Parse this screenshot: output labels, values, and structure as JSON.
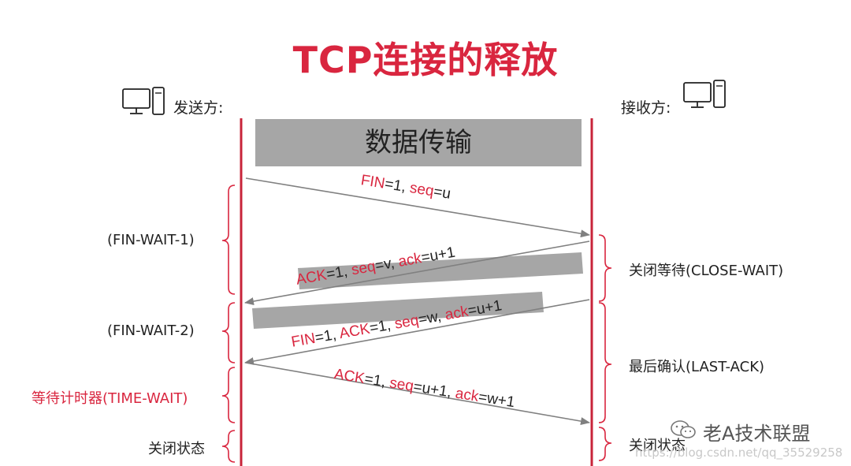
{
  "title": "TCP连接的释放",
  "sender": {
    "label": "发送方:"
  },
  "receiver": {
    "label": "接收方:"
  },
  "data_transfer": {
    "label": "数据传输"
  },
  "messages": {
    "fin1": {
      "fin_key": "FIN",
      "fin_val": "=1, ",
      "seq_key": "seq",
      "seq_val": "=u"
    },
    "ack1": {
      "ack_key": "ACK",
      "ack_val": "=1, ",
      "seq_key": "seq",
      "seq_val": "=v, ",
      "ackno_key": "ack",
      "ackno_val": "=u+1"
    },
    "fin2": {
      "fin_key": "FIN",
      "fin_val": "=1, ",
      "ack_key": "ACK",
      "ack_val": "=1, ",
      "seq_key": "seq",
      "seq_val": "=w, ",
      "ackno_key": "ack",
      "ackno_val": "=u+1"
    },
    "ack2": {
      "ack_key": "ACK",
      "ack_val": "=1, ",
      "seq_key": "seq",
      "seq_val": "=u+1, ",
      "ackno_key": "ack",
      "ackno_val": "=w+1"
    }
  },
  "sender_states": [
    "(FIN-WAIT-1)",
    "(FIN-WAIT-2)",
    "等待计时器(TIME-WAIT)",
    "关闭状态"
  ],
  "receiver_states": [
    "关闭等待(CLOSE-WAIT)",
    "最后确认(LAST-ACK)",
    "关闭状态"
  ],
  "watermark": {
    "brand": "老A技术联盟",
    "url": "https://blog.csdn.net/qq_35529258"
  },
  "colors": {
    "accent": "#d9263f",
    "timeline": "#c8243a",
    "arrow": "#808080",
    "bar": "#a6a6a6",
    "brace": "#d9263f"
  }
}
